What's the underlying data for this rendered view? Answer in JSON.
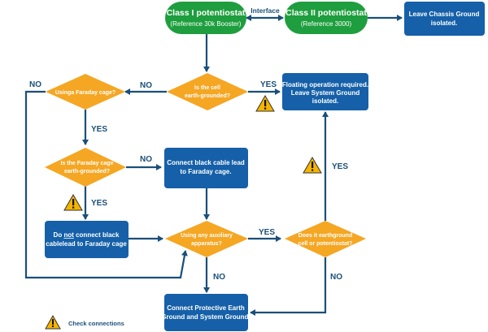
{
  "nodes": {
    "class1": {
      "line1": "Class I potentiostat",
      "line2": "(Reference 30k Booster)"
    },
    "class2": {
      "line1": "Class II potentiostat",
      "line2": "(Reference 3000)"
    },
    "chassis": {
      "line1": "Leave Chassis Ground",
      "line2": "isolated."
    },
    "earth_grounded": {
      "line1": "Is the cell",
      "line2": "earth-grounded?"
    },
    "faraday_q": {
      "line1": "Usinga Faraday cage?"
    },
    "floating": {
      "line1": "Floating operation required.",
      "line2": "Leave System Ground",
      "line3": "isolated."
    },
    "faraday_grounded": {
      "line1": "Is the Faraday cage",
      "line2": "earth-grounded?"
    },
    "connect_black": {
      "line1": "Connect black cable lead",
      "line2": "to Faraday cage."
    },
    "do_not": {
      "pre": "Do ",
      "underlined": "not",
      "post": " connect black",
      "line2": "cablelead to Faraday cage"
    },
    "aux": {
      "line1": "Using any auxiliary",
      "line2": "apparatus?"
    },
    "earthground_cell": {
      "line1": "Does it earthground",
      "line2": "cell or potentiostat?"
    },
    "protective": {
      "line1": "Connect Protective Earth",
      "line2": "Ground and System Ground."
    }
  },
  "labels": {
    "interface": "Interface",
    "yes": "YES",
    "no": "NO"
  },
  "legend": {
    "text": "Check connections",
    "icon": "warning-icon"
  },
  "colors": {
    "green": "#1e9e3e",
    "blue": "#1560a8",
    "orange": "#f5a623",
    "arrow": "#1a4f7a",
    "warning": "#f5b400"
  }
}
